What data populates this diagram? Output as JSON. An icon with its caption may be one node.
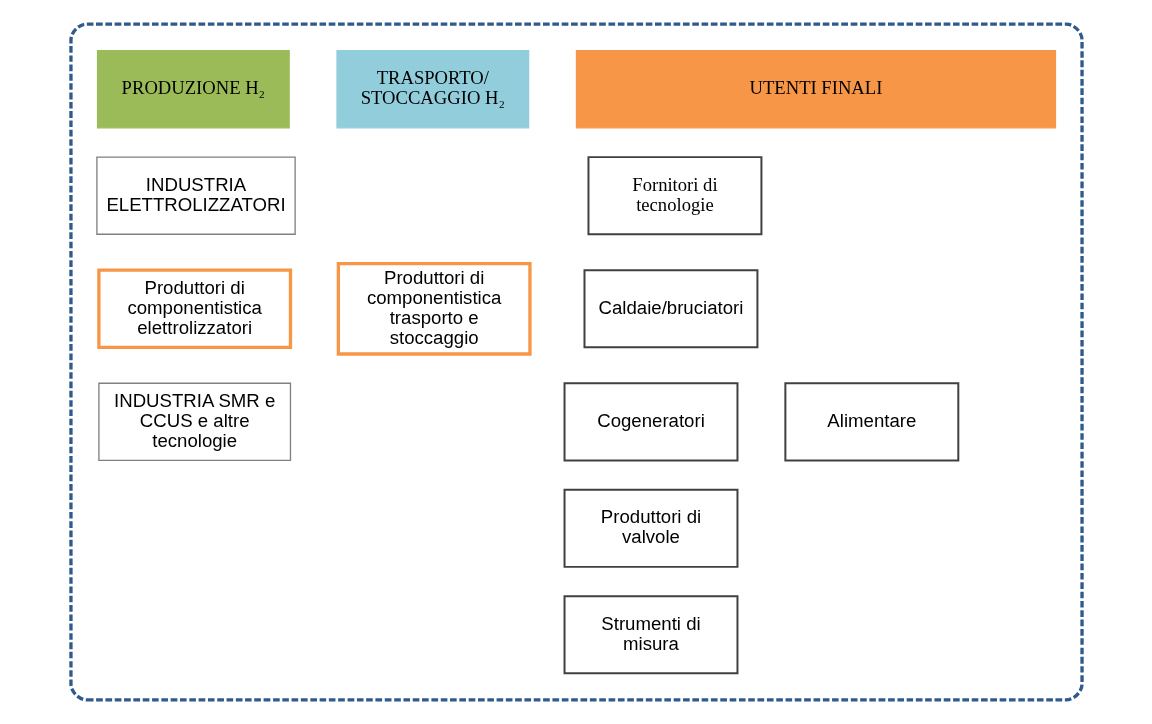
{
  "diagram": {
    "nodes": [
      {
        "text": [],
        "shape": "box"
      },
      {
        "text": [
          "PRODUZIONE H₂"
        ],
        "in": 0
      },
      {
        "text": [
          "TRASPORTO/ STOCCAGGIO H₂"
        ],
        "in": 0
      },
      {
        "text": [
          "UTENTI FINALI"
        ],
        "in": 0
      },
      {
        "text": [
          "INDUSTRIA ELETTROLIZZATORI"
        ],
        "in": 0
      },
      {
        "text": [
          "Produttori di componentistica elettrolizzatori"
        ],
        "in": 0
      },
      {
        "text": [
          "INDUSTRIA SMR e CCUS e altre tecnologie"
        ],
        "in": 0
      },
      {
        "text": [
          "Produttori di componentistica trasporto e stoccaggio"
        ],
        "in": 0
      },
      {
        "text": [
          "Fornitori di tecnologie"
        ],
        "in": 0
      },
      {
        "text": [
          "Caldaie/bruciatori"
        ],
        "in": 0
      },
      {
        "text": [
          "Cogeneratori"
        ],
        "in": 0
      },
      {
        "text": [
          "Produttori di valvole"
        ],
        "in": 0
      },
      {
        "text": [
          "Strumenti di misura"
        ],
        "in": 0
      },
      {
        "text": [
          "Alimentare"
        ],
        "in": 0
      }
    ],
    "edges": []
  }
}
